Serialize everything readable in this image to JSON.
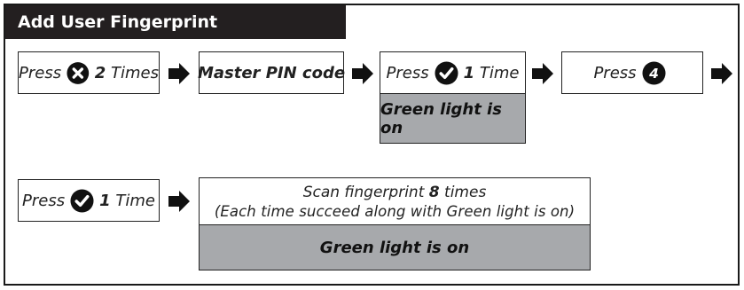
{
  "title": "Add User Fingerprint",
  "row1": {
    "step1": {
      "prefix": "Press",
      "count": "2",
      "suffix": "Times",
      "icon": "x-circle-icon"
    },
    "step2": {
      "label": "Master PIN code"
    },
    "step3": {
      "prefix": "Press",
      "count": "1",
      "suffix": "Time",
      "icon": "check-circle-icon",
      "status": "Green light is on"
    },
    "step4": {
      "prefix": "Press",
      "key": "4",
      "icon": "number-4-circle-icon"
    }
  },
  "row2": {
    "step5": {
      "prefix": "Press",
      "count": "1",
      "suffix": "Time",
      "icon": "check-circle-icon"
    },
    "step6": {
      "scan_prefix": "Scan fingerprint",
      "scan_count": "8",
      "scan_suffix": "times",
      "note": "(Each time succeed along with Green light is on)",
      "status": "Green light is on"
    }
  },
  "colors": {
    "title_bg": "#231f20",
    "status_bg": "#a7a9ac"
  }
}
